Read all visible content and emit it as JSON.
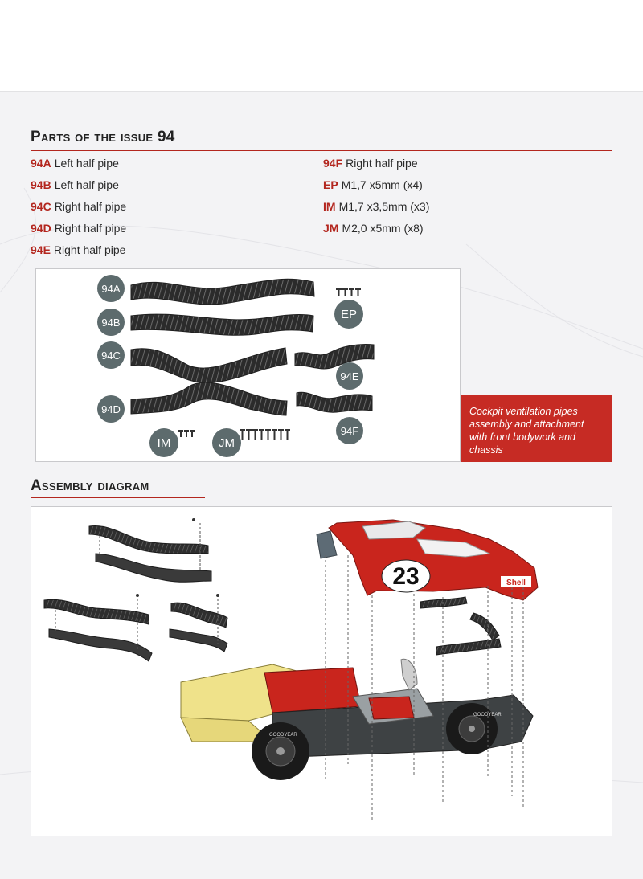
{
  "parts_section": {
    "title": "Parts of the issue 94",
    "left_column": [
      {
        "code": "94A",
        "description": "Left half pipe"
      },
      {
        "code": "94B",
        "description": "Left half pipe"
      },
      {
        "code": "94C",
        "description": "Right half pipe"
      },
      {
        "code": "94D",
        "description": "Right half pipe"
      },
      {
        "code": "94E",
        "description": "Right half pipe"
      }
    ],
    "right_column": [
      {
        "code": "94F",
        "description": "Right half pipe"
      },
      {
        "code": "EP",
        "description": "M1,7 x5mm (x4)"
      },
      {
        "code": "IM",
        "description": "M1,7 x3,5mm (x3)"
      },
      {
        "code": "JM",
        "description": "M2,0 x5mm (x8)"
      }
    ]
  },
  "parts_panel": {
    "badges": {
      "a": "94A",
      "b": "94B",
      "c": "94C",
      "d": "94D",
      "e": "94E",
      "f": "94F",
      "ep": "EP",
      "im": "IM",
      "jm": "JM"
    }
  },
  "info_box": {
    "text": "Cockpit ventilation pipes assembly and attachment with front bodywork and chassis"
  },
  "assembly_section": {
    "title": "Assembly diagram",
    "car_number": "23",
    "sponsor": "Shell",
    "tyre_brand": "GOODYEAR"
  },
  "colors": {
    "accent_red": "#b3261e",
    "info_red": "#c62b24",
    "badge_gray": "#5d6b6d",
    "chassis_yellow": "#efe28a",
    "pipe_dark": "#2b2b2b"
  }
}
